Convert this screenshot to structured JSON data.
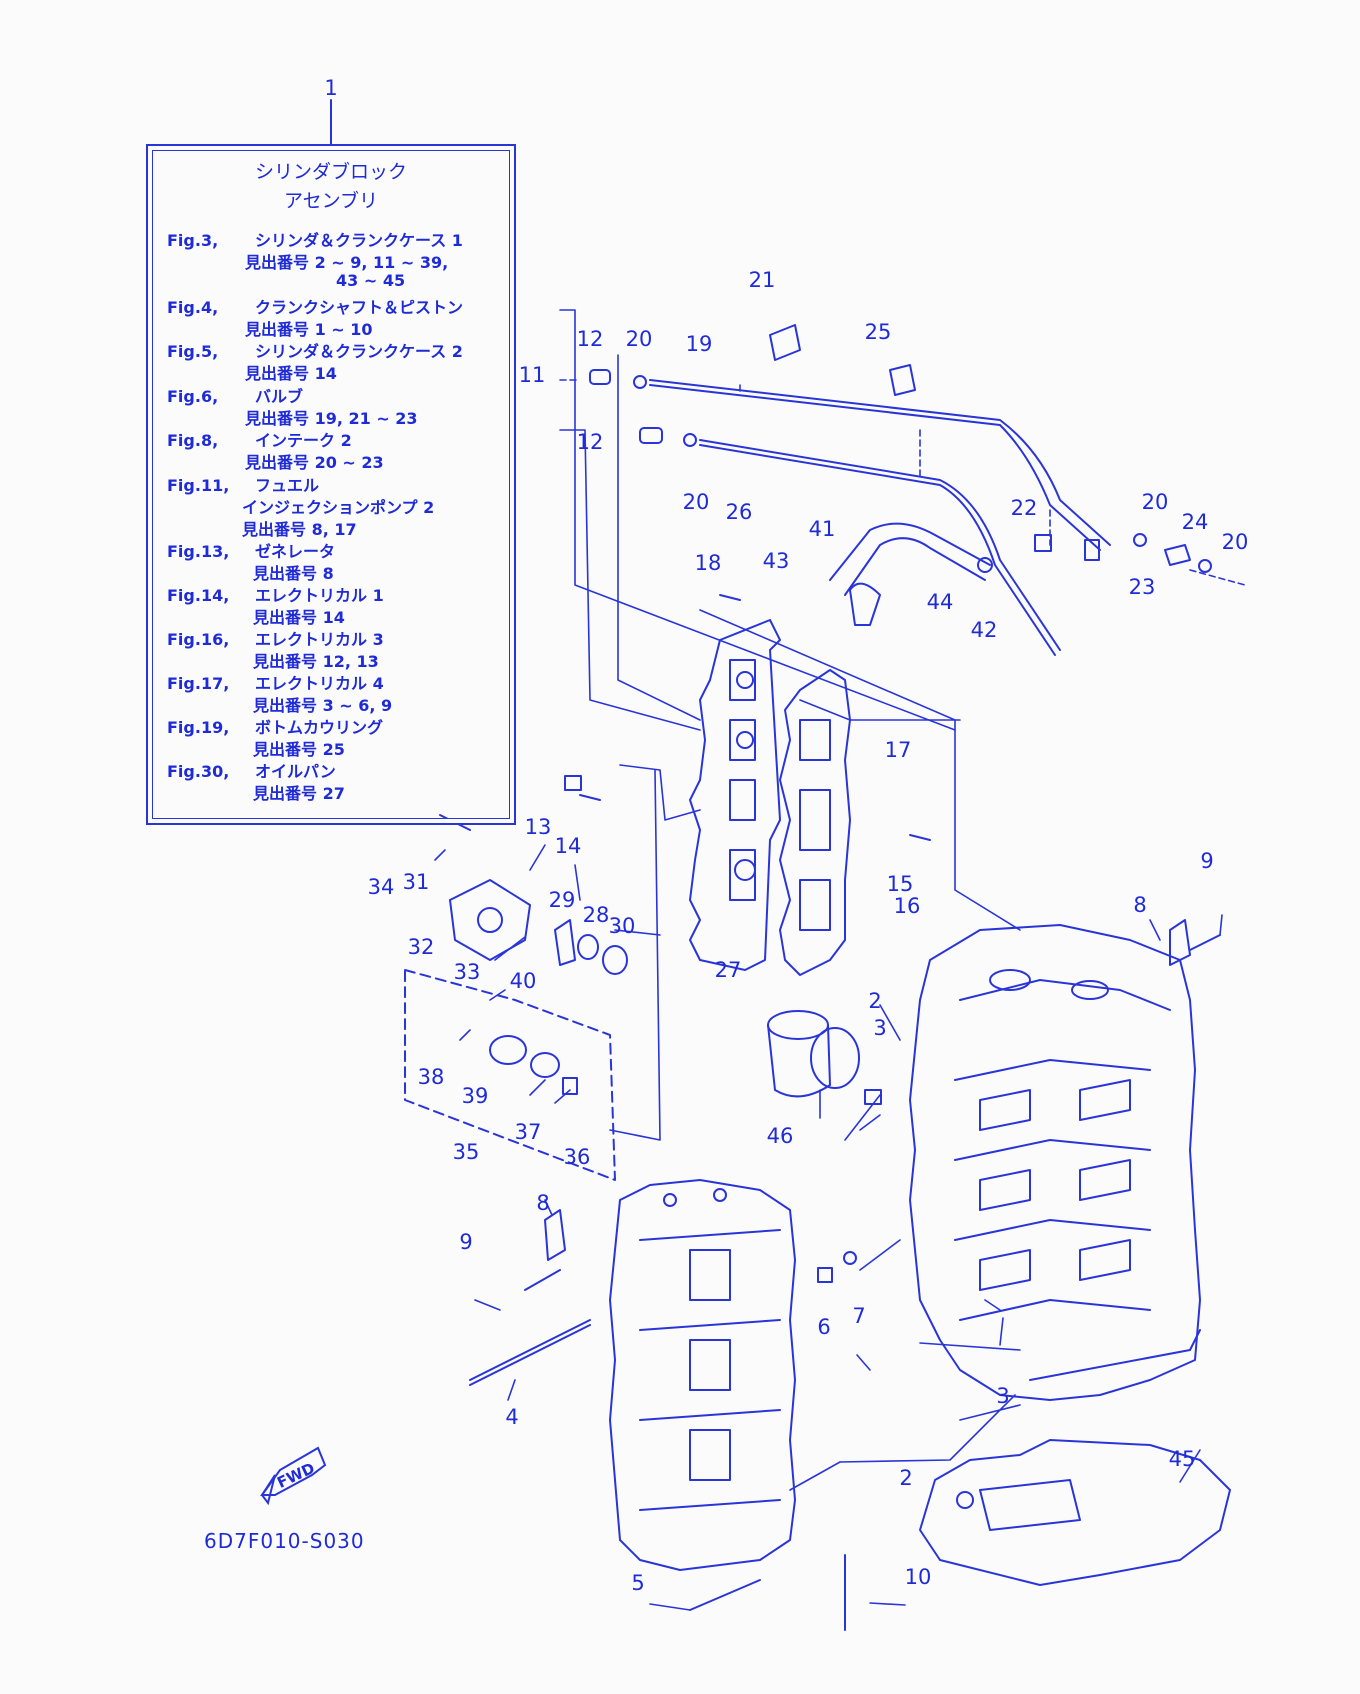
{
  "colors": {
    "ink": "#1f2bd6",
    "background": "#fbfbfc"
  },
  "legend": {
    "title_line1": "シリンダブロック",
    "title_line2": "アセンブリ",
    "rows": [
      {
        "ref": "Fig.3,",
        "name": "シリンダ＆クランクケース 1",
        "subs": [
          "見出番号 2 ~ 9, 11 ~ 39,",
          "43 ~ 45"
        ]
      },
      {
        "ref": "Fig.4,",
        "name": "クランクシャフト＆ピストン",
        "subs": [
          "見出番号 1 ~ 10"
        ]
      },
      {
        "ref": "Fig.5,",
        "name": "シリンダ＆クランクケース 2",
        "subs": [
          "見出番号 14"
        ]
      },
      {
        "ref": "Fig.6,",
        "name": "バルブ",
        "subs": [
          "見出番号 19, 21 ~ 23"
        ]
      },
      {
        "ref": "Fig.8,",
        "name": "インテーク 2",
        "subs": [
          "見出番号 20 ~ 23"
        ]
      },
      {
        "ref": "Fig.11,",
        "name": "フュエル",
        "subs": [
          "インジェクションポンプ 2",
          "見出番号 8, 17"
        ]
      },
      {
        "ref": "Fig.13,",
        "name": "ゼネレータ",
        "subs": [
          "見出番号 8"
        ]
      },
      {
        "ref": "Fig.14,",
        "name": "エレクトリカル 1",
        "subs": [
          "見出番号 14"
        ]
      },
      {
        "ref": "Fig.16,",
        "name": "エレクトリカル 3",
        "subs": [
          "見出番号 12, 13"
        ]
      },
      {
        "ref": "Fig.17,",
        "name": "エレクトリカル 4",
        "subs": [
          "見出番号 3 ~ 6, 9"
        ]
      },
      {
        "ref": "Fig.19,",
        "name": "ボトムカウリング",
        "subs": [
          "見出番号 25"
        ]
      },
      {
        "ref": "Fig.30,",
        "name": "オイルパン",
        "subs": [
          "見出番号 27"
        ]
      }
    ]
  },
  "callouts": [
    "1",
    "2",
    "2",
    "3",
    "3",
    "4",
    "5",
    "6",
    "7",
    "8",
    "8",
    "9",
    "9",
    "10",
    "11",
    "12",
    "12",
    "13",
    "14",
    "15",
    "16",
    "17",
    "18",
    "19",
    "20",
    "20",
    "20",
    "20",
    "21",
    "22",
    "23",
    "24",
    "25",
    "26",
    "27",
    "28",
    "29",
    "30",
    "31",
    "32",
    "33",
    "34",
    "35",
    "36",
    "37",
    "38",
    "39",
    "40",
    "41",
    "42",
    "43",
    "44",
    "45",
    "46"
  ],
  "fwd_label": "FWD",
  "diagram_code": "6D7F010-S030"
}
